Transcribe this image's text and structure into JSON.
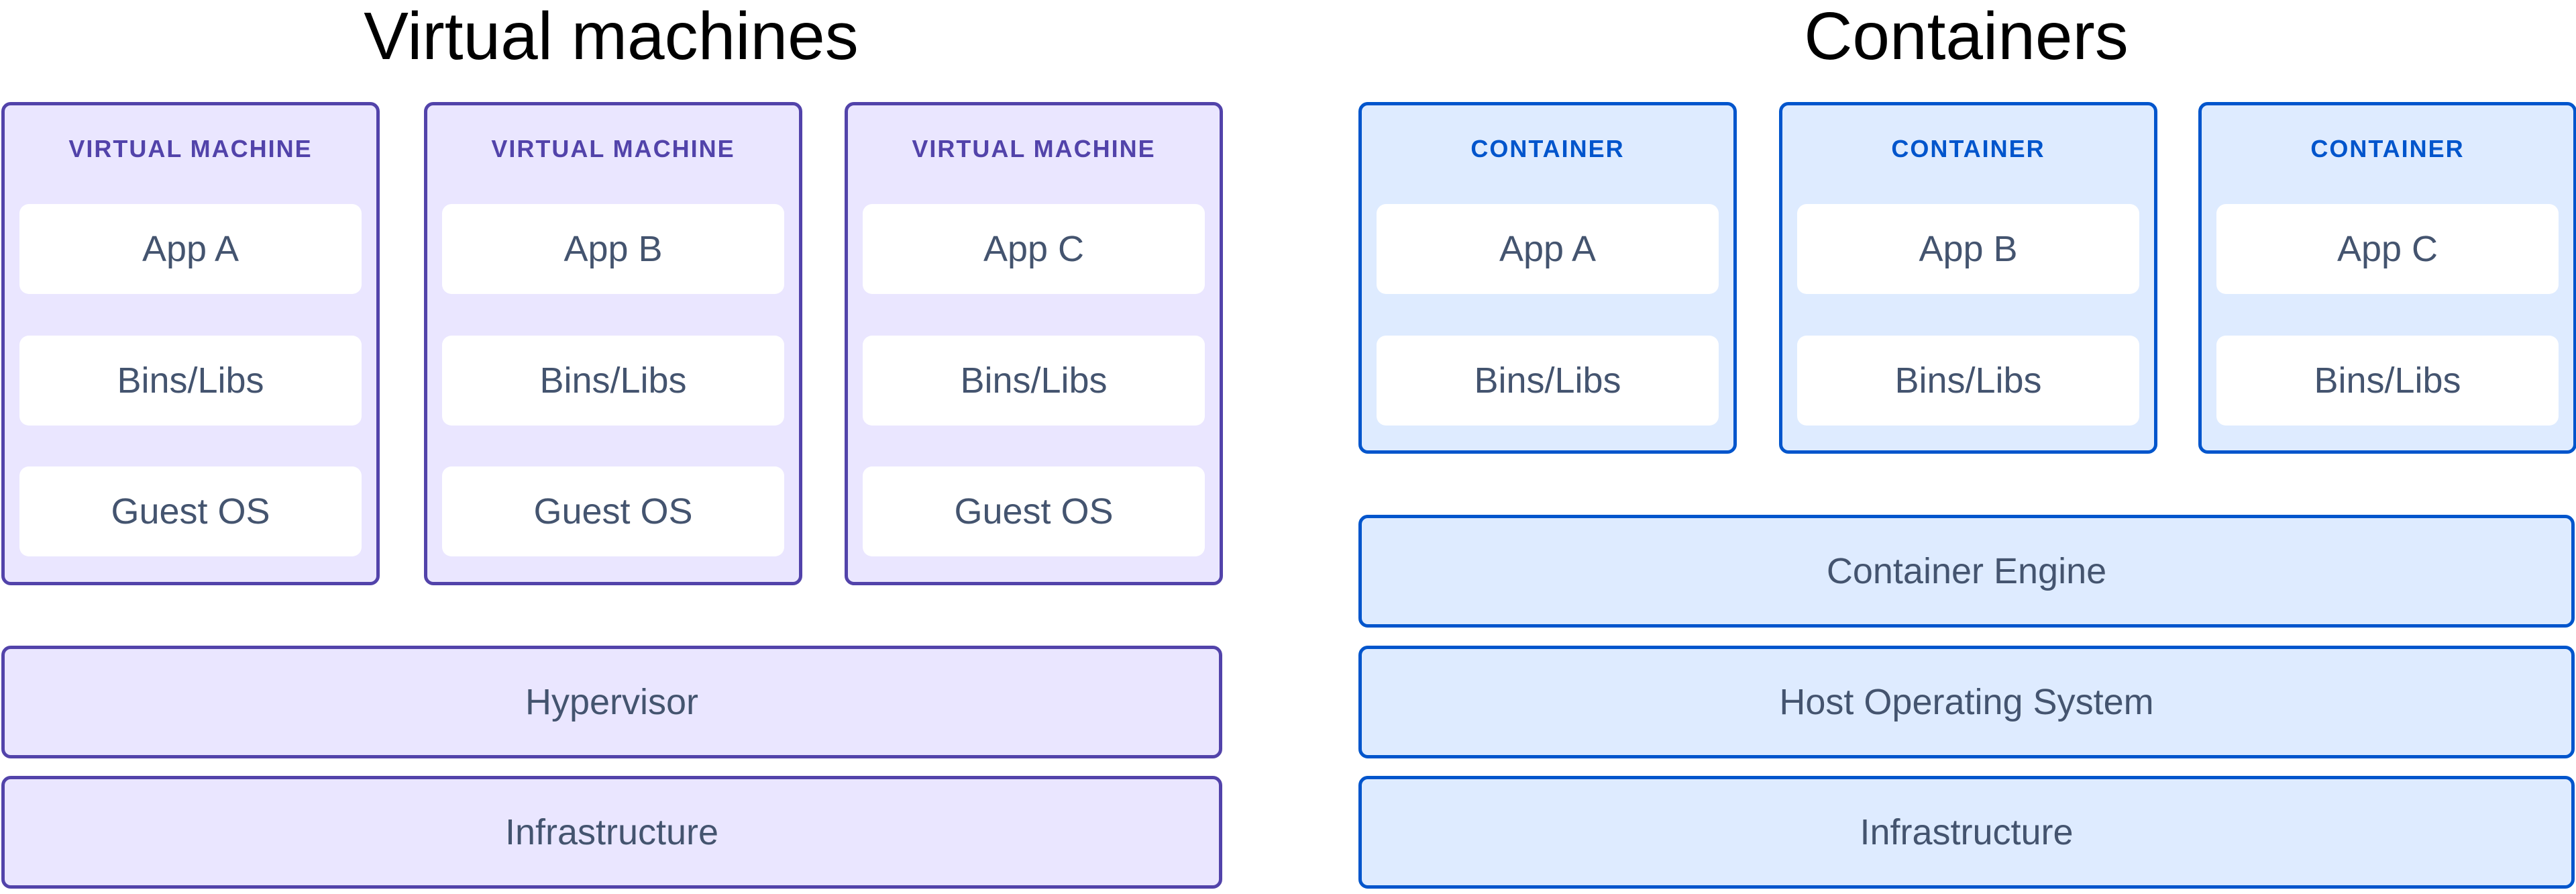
{
  "vm_section": {
    "title": "Virtual machines",
    "machines": [
      {
        "label": "VIRTUAL MACHINE",
        "layers": [
          "App A",
          "Bins/Libs",
          "Guest OS"
        ]
      },
      {
        "label": "VIRTUAL MACHINE",
        "layers": [
          "App B",
          "Bins/Libs",
          "Guest OS"
        ]
      },
      {
        "label": "VIRTUAL MACHINE",
        "layers": [
          "App C",
          "Bins/Libs",
          "Guest OS"
        ]
      }
    ],
    "hypervisor": "Hypervisor",
    "infrastructure": "Infrastructure"
  },
  "container_section": {
    "title": "Containers",
    "containers": [
      {
        "label": "CONTAINER",
        "layers": [
          "App A",
          "Bins/Libs"
        ]
      },
      {
        "label": "CONTAINER",
        "layers": [
          "App B",
          "Bins/Libs"
        ]
      },
      {
        "label": "CONTAINER",
        "layers": [
          "App C",
          "Bins/Libs"
        ]
      }
    ],
    "engine": "Container Engine",
    "host_os": "Host Operating System",
    "infrastructure": "Infrastructure"
  },
  "colors": {
    "vm_border": "#5243AA",
    "vm_fill": "#EAE6FF",
    "container_border": "#0055CC",
    "container_fill": "#DEEBFF",
    "layer_text": "#44546F"
  }
}
